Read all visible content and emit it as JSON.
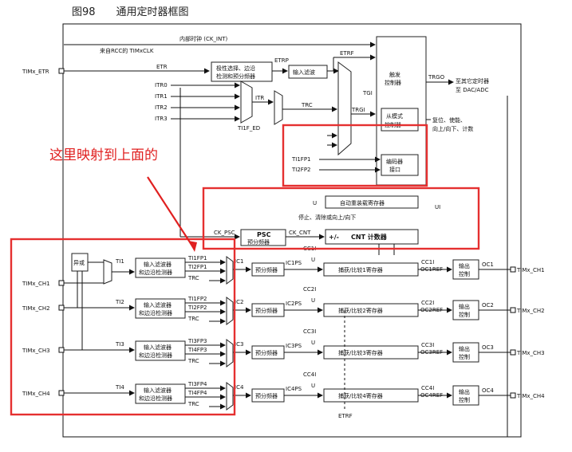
{
  "figure": {
    "title": "图98　　通用定时器框图"
  },
  "annotation": {
    "text": "这里映射到上面的",
    "color": "#e02020"
  },
  "clock": {
    "internal": "内部时钟 (CK_INT)",
    "rcc": "来自RCC的 TIMxCLK",
    "etr": "ETR",
    "etrp": "ETRP",
    "etrf": "ETRF",
    "itr0": "ITR0",
    "itr1": "ITR1",
    "itr2": "ITR2",
    "itr3": "ITR3",
    "itr": "ITR",
    "trc": "TRC",
    "tgi": "TGI",
    "trgi": "TRGI",
    "ti1f_ed": "TI1F_ED",
    "trgo": "TRGO",
    "to_timers": "至其它定时器",
    "to_dac": "至 DAC/ADC",
    "reset": "复位、使能、",
    "updown_count": "向上/向下、计数"
  },
  "blocks": {
    "polarity": "极性选择、边沿",
    "polarity2": "检测和预分频器",
    "input_filter": "输入滤波",
    "trigger": "触发",
    "trigger2": "控制器",
    "slave": "从模式",
    "slave2": "控制器",
    "encoder": "编码器",
    "encoder2": "接口",
    "reload": "自动重装载寄存器",
    "stop_clear": "停止、清除或向上/向下",
    "psc": "PSC",
    "prescaler": "预分频器",
    "cnt": "CNT 计数器",
    "pm": "+/-",
    "xor": "异或",
    "filter": "输入滤波器",
    "edge": "和边沿检测器",
    "output": "输出",
    "output2": "控制"
  },
  "signals": {
    "ck_psc": "CK_PSC",
    "ck_cnt": "CK_CNT",
    "ti1fp1": "TI1FP1",
    "ti1fp2": "TI1FP2",
    "ti2fp1": "TI2FP1",
    "ti2fp2": "TI2FP2",
    "ti3fp3": "TI3FP3",
    "ti3fp4": "TI3FP4",
    "ti4fp3": "TI4FP3",
    "ti4fp4": "TI4FP4",
    "trc": "TRC",
    "u": "U",
    "ui": "UI"
  },
  "pins": {
    "etr": "TIMx_ETR",
    "ch1": "TIMx_CH1",
    "ch2": "TIMx_CH2",
    "ch3": "TIMx_CH3",
    "ch4": "TIMx_CH4"
  },
  "channels": [
    {
      "ti": "TI1",
      "ic": "IC1",
      "icps": "IC1PS",
      "ccreg": "捕获/比较1寄存器",
      "ccflag": "CC1I",
      "ocref": "OC1REF",
      "oc": "OC1",
      "fp_a": "TI1FP1",
      "fp_b": "TI2FP1"
    },
    {
      "ti": "TI2",
      "ic": "IC2",
      "icps": "IC2PS",
      "ccreg": "捕获/比较2寄存器",
      "ccflag": "CC2I",
      "ocref": "OC2REF",
      "oc": "OC2",
      "fp_a": "TI1FP2",
      "fp_b": "TI2FP2"
    },
    {
      "ti": "TI3",
      "ic": "IC3",
      "icps": "IC3PS",
      "ccreg": "捕获/比较3寄存器",
      "ccflag": "CC3I",
      "ocref": "OC3REF",
      "oc": "OC3",
      "fp_a": "TI3FP3",
      "fp_b": "TI4FP3"
    },
    {
      "ti": "TI4",
      "ic": "IC4",
      "icps": "IC4PS",
      "ccreg": "捕获/比较4寄存器",
      "ccflag": "CC4I",
      "ocref": "OC4REF",
      "oc": "OC4",
      "fp_a": "TI3FP4",
      "fp_b": "TI4FP4"
    }
  ],
  "etrf_bottom": "ETRF"
}
